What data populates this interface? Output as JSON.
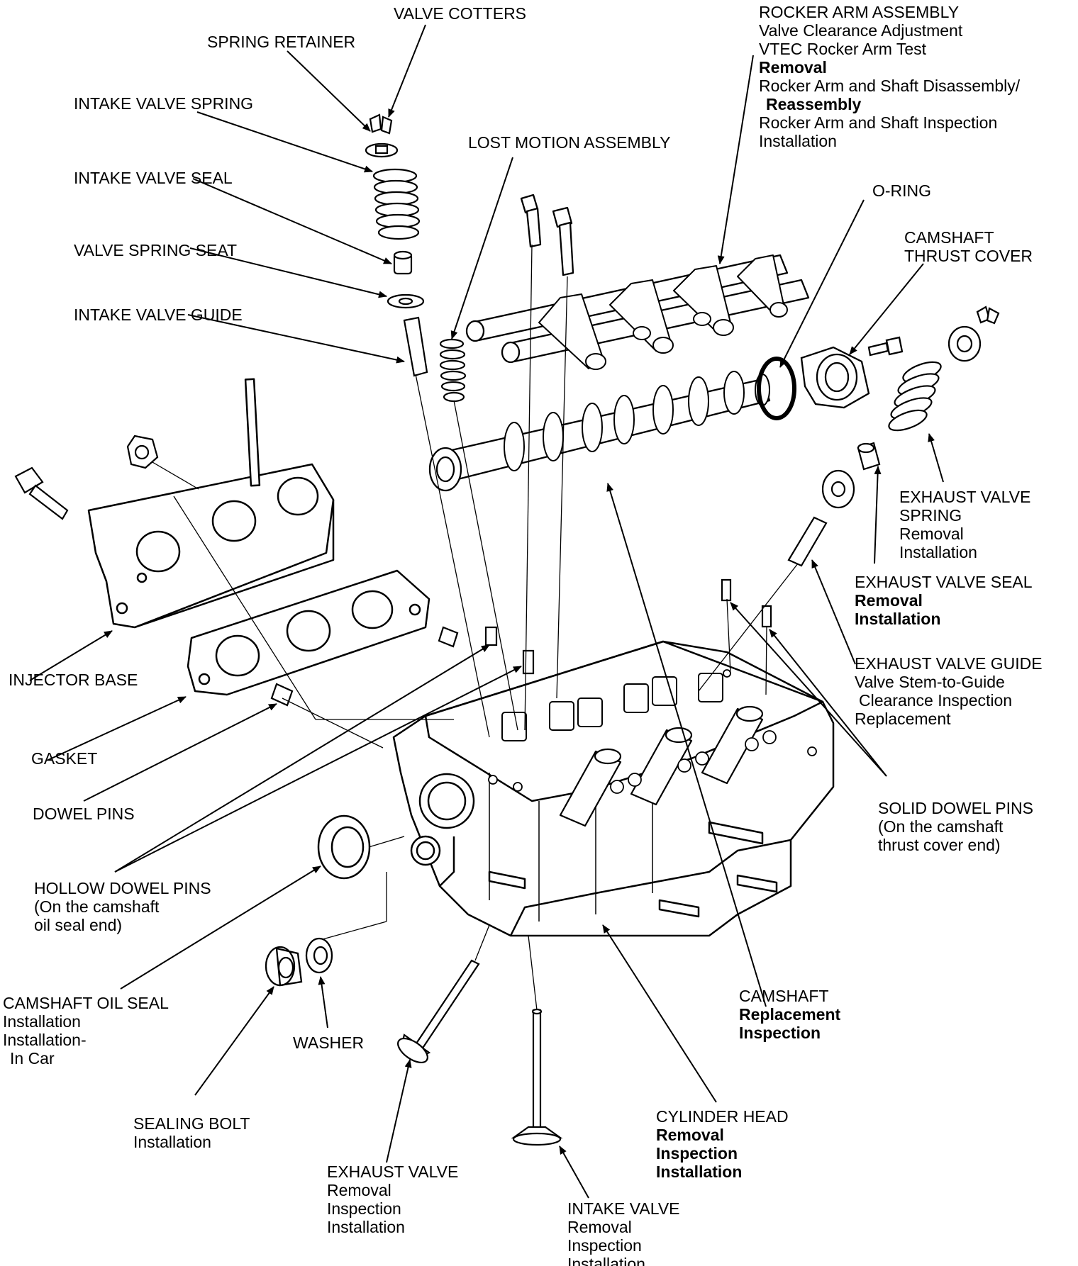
{
  "callouts": {
    "valve_cotters": "VALVE COTTERS",
    "spring_retainer": "SPRING RETAINER",
    "intake_valve_spring": "INTAKE VALVE SPRING",
    "intake_valve_seal": "INTAKE VALVE SEAL",
    "valve_spring_seat": "VALVE SPRING SEAT",
    "intake_valve_guide": "INTAKE VALVE GUIDE",
    "lost_motion_assembly": "LOST MOTION ASSEMBLY",
    "rocker_arm_assembly": {
      "title": "ROCKER ARM ASSEMBLY",
      "line1": "Valve Clearance Adjustment",
      "line2": "VTEC Rocker Arm Test",
      "line3": "Removal",
      "line4": "Rocker Arm and Shaft Disassembly/",
      "line5": "Reassembly",
      "line6": "Rocker Arm and Shaft Inspection",
      "line7": "Installation"
    },
    "o_ring": "O-RING",
    "camshaft_thrust_cover": {
      "line1": "CAMSHAFT",
      "line2": "THRUST COVER"
    },
    "exhaust_valve_spring": {
      "line1": "EXHAUST VALVE",
      "line2": "SPRING",
      "line3": "Removal",
      "line4": "Installation"
    },
    "exhaust_valve_seal": {
      "title": "EXHAUST VALVE SEAL",
      "line1": "Removal",
      "line2": "Installation"
    },
    "exhaust_valve_guide": {
      "title": "EXHAUST VALVE GUIDE",
      "line1": "Valve Stem-to-Guide",
      "line2": "Clearance Inspection",
      "line3": "Replacement"
    },
    "solid_dowel_pins": {
      "title": "SOLID DOWEL PINS",
      "line1": "(On the camshaft",
      "line2": "thrust cover end)"
    },
    "injector_base": "INJECTOR BASE",
    "gasket": "GASKET",
    "dowel_pins": "DOWEL PINS",
    "hollow_dowel_pins": {
      "title": "HOLLOW DOWEL PINS",
      "line1": "(On the camshaft",
      "line2": "oil seal end)"
    },
    "camshaft_oil_seal": {
      "title": "CAMSHAFT OIL SEAL",
      "line1": "Installation",
      "line2": "Installation-",
      "line3": "In Car"
    },
    "washer": "WASHER",
    "sealing_bolt": {
      "title": "SEALING BOLT",
      "line1": "Installation"
    },
    "camshaft": {
      "title": "CAMSHAFT",
      "line1": "Replacement",
      "line2": "Inspection"
    },
    "cylinder_head": {
      "title": "CYLINDER HEAD",
      "line1": "Removal",
      "line2": "Inspection",
      "line3": "Installation"
    },
    "exhaust_valve": {
      "title": "EXHAUST VALVE",
      "line1": "Removal",
      "line2": "Inspection",
      "line3": "Installation"
    },
    "intake_valve": {
      "title": "INTAKE VALVE",
      "line1": "Removal",
      "line2": "Inspection",
      "line3": "Installation"
    }
  }
}
